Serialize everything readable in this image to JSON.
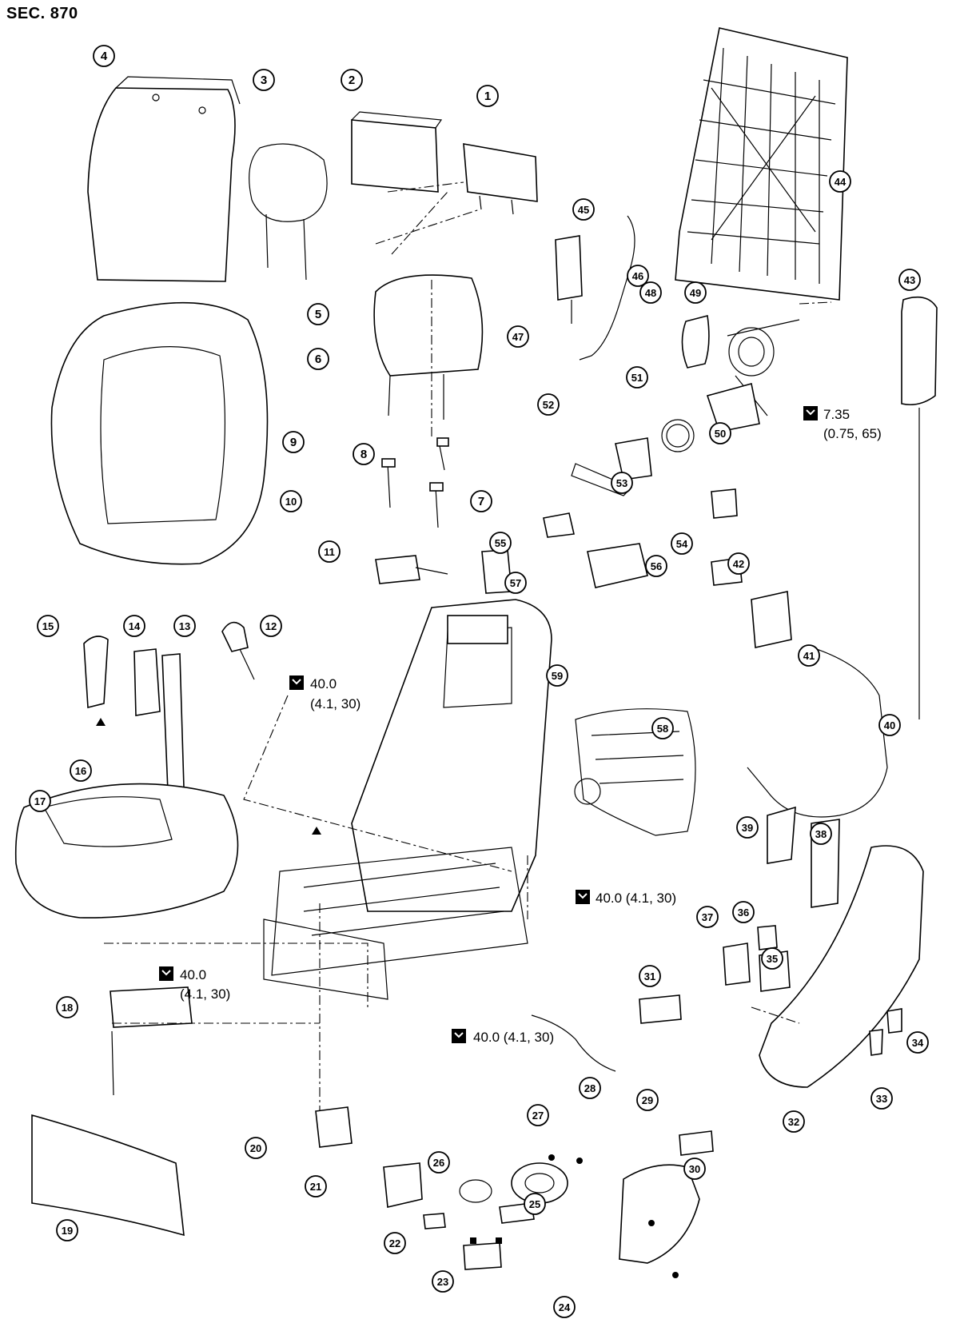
{
  "section_title": "SEC. 870",
  "callouts": [
    "1",
    "2",
    "3",
    "4",
    "5",
    "6",
    "7",
    "8",
    "9",
    "10",
    "11",
    "12",
    "13",
    "14",
    "15",
    "16",
    "17",
    "18",
    "19",
    "20",
    "21",
    "22",
    "23",
    "24",
    "25",
    "26",
    "27",
    "28",
    "29",
    "30",
    "31",
    "32",
    "33",
    "34",
    "35",
    "36",
    "37",
    "38",
    "39",
    "40",
    "41",
    "42",
    "43",
    "44",
    "45",
    "46",
    "47",
    "48",
    "49",
    "50",
    "51",
    "52",
    "53",
    "54",
    "55",
    "56",
    "57",
    "58",
    "59"
  ],
  "torque_specs": [
    {
      "line1": "7.35",
      "line2": "(0.75, 65)"
    },
    {
      "line1": "40.0",
      "line2": "(4.1, 30)"
    },
    {
      "line1": "40.0 (4.1, 30)",
      "line2": ""
    },
    {
      "line1": "40.0",
      "line2": "(4.1, 30)"
    },
    {
      "line1": "40.0 (4.1, 30)",
      "line2": ""
    }
  ],
  "icons": {
    "torque": "torque-wrench-icon",
    "clip": "clip-triangle-icon",
    "marker": "marker-square-icon"
  },
  "colors": {
    "line": "#000000",
    "background": "#ffffff"
  }
}
